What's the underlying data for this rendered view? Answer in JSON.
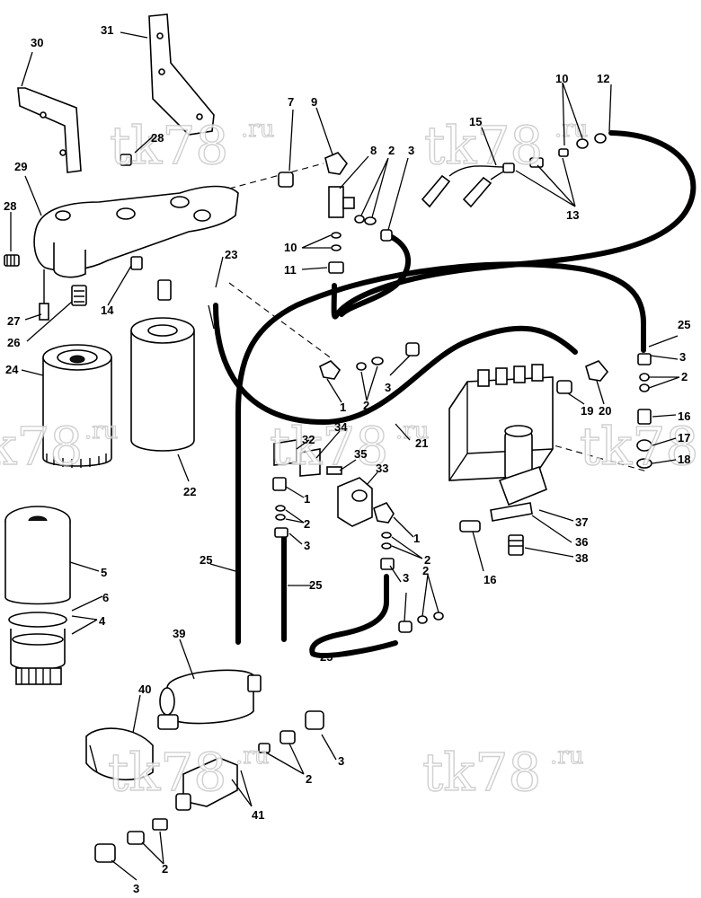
{
  "watermark": {
    "main": "tk78",
    "suffix": ".ru"
  },
  "callouts": {
    "c1a": "1",
    "c1b": "1",
    "c1c": "1",
    "c2a": "2",
    "c2b": "2",
    "c2c": "2",
    "c2d": "2",
    "c2e": "2",
    "c2f": "2",
    "c2g": "2",
    "c2h": "2",
    "c3a": "3",
    "c3b": "3",
    "c3c": "3",
    "c3d": "3",
    "c3e": "3",
    "c3f": "3",
    "c3g": "3",
    "c4": "4",
    "c5": "5",
    "c6": "6",
    "c7": "7",
    "c8": "8",
    "c9": "9",
    "c10a": "10",
    "c10b": "10",
    "c11": "11",
    "c12": "12",
    "c13": "13",
    "c14": "14",
    "c15": "15",
    "c16a": "16",
    "c16b": "16",
    "c17": "17",
    "c18": "18",
    "c19": "19",
    "c20": "20",
    "c21": "21",
    "c22": "22",
    "c23": "23",
    "c24": "24",
    "c25a": "25",
    "c25b": "25",
    "c25c": "25",
    "c25d": "25",
    "c26": "26",
    "c27": "27",
    "c28a": "28",
    "c28b": "28",
    "c29": "29",
    "c30": "30",
    "c31": "31",
    "c32": "32",
    "c33": "33",
    "c34": "34",
    "c35": "35",
    "c36": "36",
    "c37": "37",
    "c38": "38",
    "c39": "39",
    "c40": "40",
    "c41": "41"
  }
}
